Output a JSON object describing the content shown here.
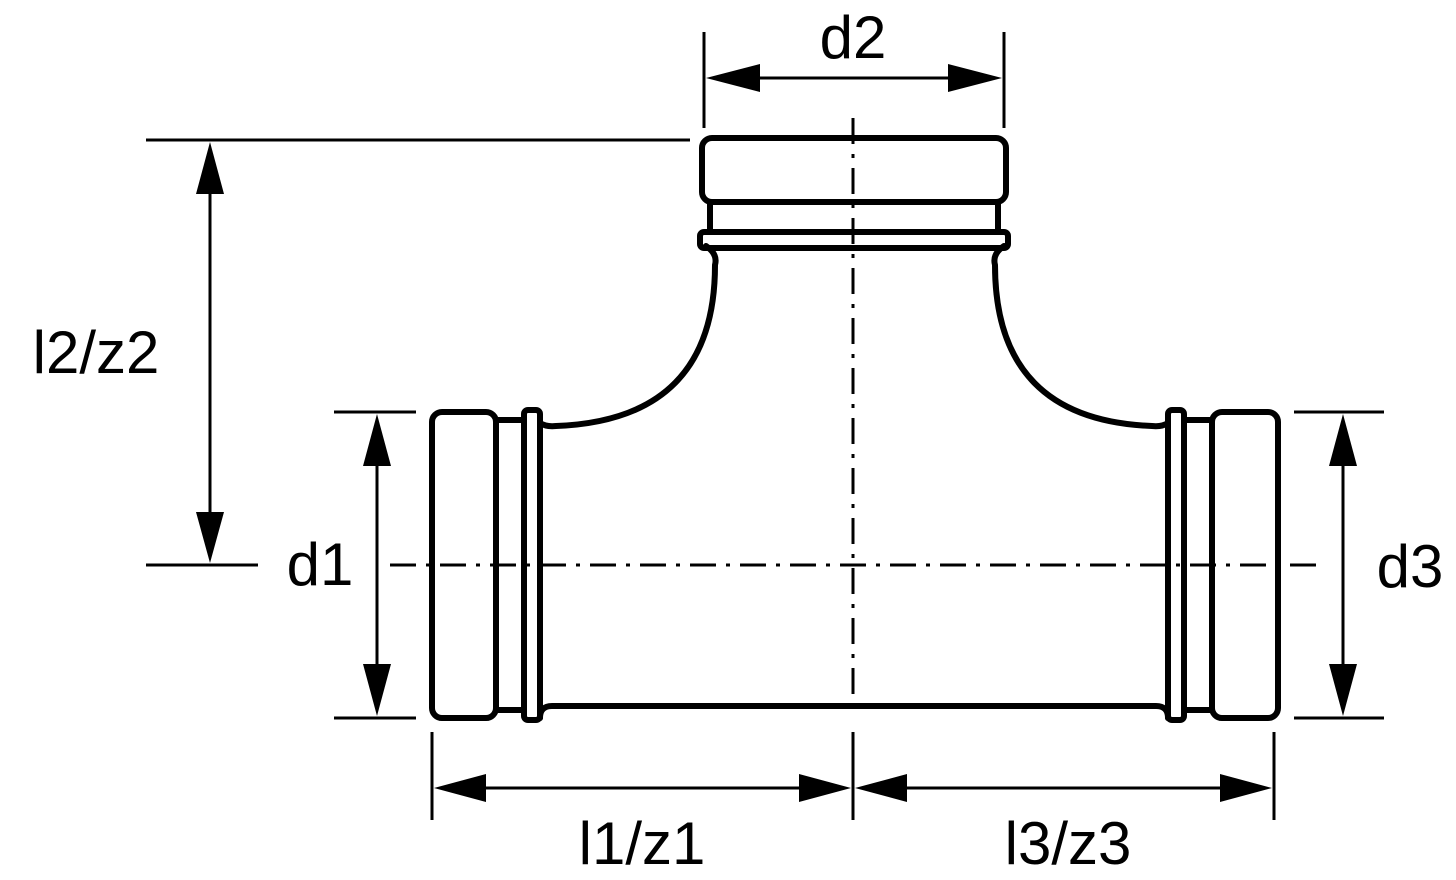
{
  "labels": {
    "d1": "d1",
    "d2": "d2",
    "d3": "d3",
    "l1z1": "l1/z1",
    "l2z2": "l2/z2",
    "l3z3": "l3/z3"
  },
  "colors": {
    "ink": "#000000",
    "background": "#ffffff"
  }
}
